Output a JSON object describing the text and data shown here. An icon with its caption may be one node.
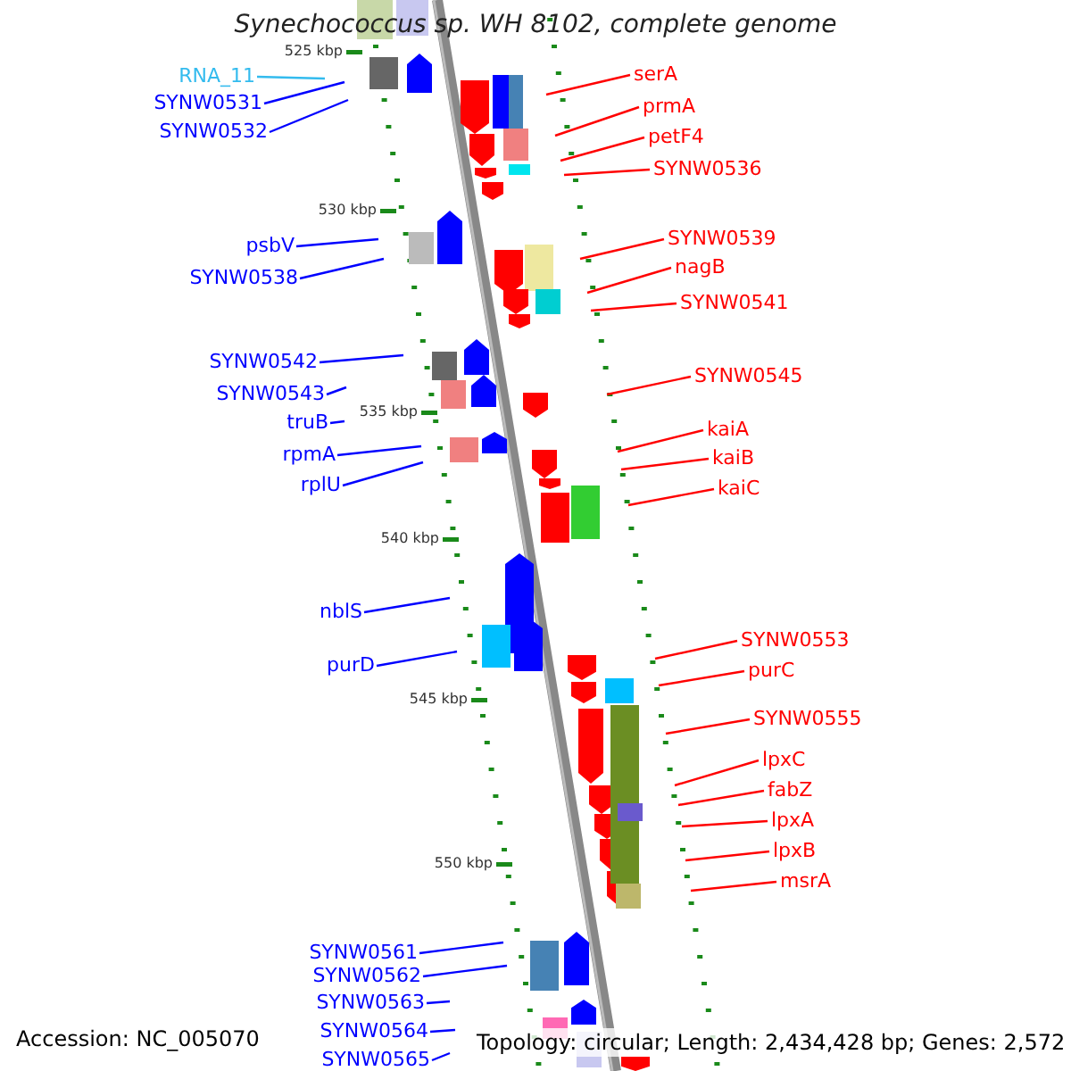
{
  "diagram": {
    "title": "Synechococcus sp. WH 8102, complete genome",
    "nodes": [
      {
        "text": [
          "RNA_11"
        ]
      },
      {
        "text": [
          "SYNW0531"
        ]
      },
      {
        "text": [
          "SYNW0532"
        ]
      },
      {
        "text": [
          "psbV"
        ]
      },
      {
        "text": [
          "SYNW0538"
        ]
      },
      {
        "text": [
          "SYNW0542"
        ]
      },
      {
        "text": [
          "SYNW0543"
        ]
      },
      {
        "text": [
          "truB"
        ]
      },
      {
        "text": [
          "rpmA"
        ]
      },
      {
        "text": [
          "rplU"
        ]
      },
      {
        "text": [
          "nblS"
        ]
      },
      {
        "text": [
          "purD"
        ]
      },
      {
        "text": [
          "SYNW0561"
        ]
      },
      {
        "text": [
          "SYNW0562"
        ]
      },
      {
        "text": [
          "SYNW0563"
        ]
      },
      {
        "text": [
          "SYNW0564"
        ]
      },
      {
        "text": [
          "SYNW0565"
        ]
      },
      {
        "text": [
          "serA"
        ]
      },
      {
        "text": [
          "prmA"
        ]
      },
      {
        "text": [
          "petF4"
        ]
      },
      {
        "text": [
          "SYNW0536"
        ]
      },
      {
        "text": [
          "SYNW0539"
        ]
      },
      {
        "text": [
          "nagB"
        ]
      },
      {
        "text": [
          "SYNW0541"
        ]
      },
      {
        "text": [
          "SYNW0545"
        ]
      },
      {
        "text": [
          "kaiA"
        ]
      },
      {
        "text": [
          "kaiB"
        ]
      },
      {
        "text": [
          "kaiC"
        ]
      },
      {
        "text": [
          "SYNW0553"
        ]
      },
      {
        "text": [
          "purC"
        ]
      },
      {
        "text": [
          "SYNW0555"
        ]
      },
      {
        "text": [
          "lpxC"
        ]
      },
      {
        "text": [
          "fabZ"
        ]
      },
      {
        "text": [
          "lpxA"
        ]
      },
      {
        "text": [
          "lpxB"
        ]
      },
      {
        "text": [
          "msrA"
        ]
      }
    ],
    "edges": [
      {
        "from": 0,
        "to": null,
        "arrow": "none",
        "color": "#33bbee"
      },
      {
        "from": 1,
        "to": null,
        "arrow": "none",
        "color": "#0000ff"
      },
      {
        "from": 2,
        "to": null,
        "arrow": "none",
        "color": "#0000ff"
      },
      {
        "from": 3,
        "to": null,
        "arrow": "none",
        "color": "#0000ff"
      },
      {
        "from": 4,
        "to": null,
        "arrow": "none",
        "color": "#0000ff"
      },
      {
        "from": 5,
        "to": null,
        "arrow": "none",
        "color": "#0000ff"
      },
      {
        "from": 6,
        "to": null,
        "arrow": "none",
        "color": "#0000ff"
      },
      {
        "from": 7,
        "to": null,
        "arrow": "none",
        "color": "#0000ff"
      },
      {
        "from": 8,
        "to": null,
        "arrow": "none",
        "color": "#0000ff"
      },
      {
        "from": 9,
        "to": null,
        "arrow": "none",
        "color": "#0000ff"
      },
      {
        "from": 10,
        "to": null,
        "arrow": "none",
        "color": "#0000ff"
      },
      {
        "from": 11,
        "to": null,
        "arrow": "none",
        "color": "#0000ff"
      },
      {
        "from": 12,
        "to": null,
        "arrow": "none",
        "color": "#0000ff"
      },
      {
        "from": 13,
        "to": null,
        "arrow": "none",
        "color": "#0000ff"
      },
      {
        "from": 14,
        "to": null,
        "arrow": "none",
        "color": "#0000ff"
      },
      {
        "from": 15,
        "to": null,
        "arrow": "none",
        "color": "#0000ff"
      },
      {
        "from": 16,
        "to": null,
        "arrow": "none",
        "color": "#0000ff"
      },
      {
        "from": 17,
        "to": null,
        "arrow": "none"
      },
      {
        "from": 18,
        "to": null,
        "arrow": "none"
      },
      {
        "from": 19,
        "to": null,
        "arrow": "none"
      },
      {
        "from": 20,
        "to": null,
        "arrow": "none"
      },
      {
        "from": 21,
        "to": null,
        "arrow": "none"
      },
      {
        "from": 22,
        "to": null,
        "arrow": "none"
      },
      {
        "from": 23,
        "to": null,
        "arrow": "none"
      },
      {
        "from": 24,
        "to": null,
        "arrow": "none"
      },
      {
        "from": 25,
        "to": null,
        "arrow": "none"
      },
      {
        "from": 26,
        "to": null,
        "arrow": "none"
      },
      {
        "from": 27,
        "to": null,
        "arrow": "none"
      },
      {
        "from": 28,
        "to": null,
        "arrow": "none"
      },
      {
        "from": 29,
        "to": null,
        "arrow": "none"
      },
      {
        "from": 30,
        "to": null,
        "arrow": "none"
      },
      {
        "from": 31,
        "to": null,
        "arrow": "none"
      },
      {
        "from": 32,
        "to": null,
        "arrow": "none"
      },
      {
        "from": 33,
        "to": null,
        "arrow": "none"
      },
      {
        "from": 34,
        "to": null,
        "arrow": "none"
      },
      {
        "from": 35,
        "to": null,
        "arrow": "none"
      }
    ],
    "labels": [
      "525 kbp",
      "530 kbp",
      "535 kbp",
      "540 kbp",
      "545 kbp",
      "550 kbp",
      "Accession: NC_005070",
      "Topology: circular; Length: 2,434,428 bp; Genes: 2,572"
    ]
  }
}
